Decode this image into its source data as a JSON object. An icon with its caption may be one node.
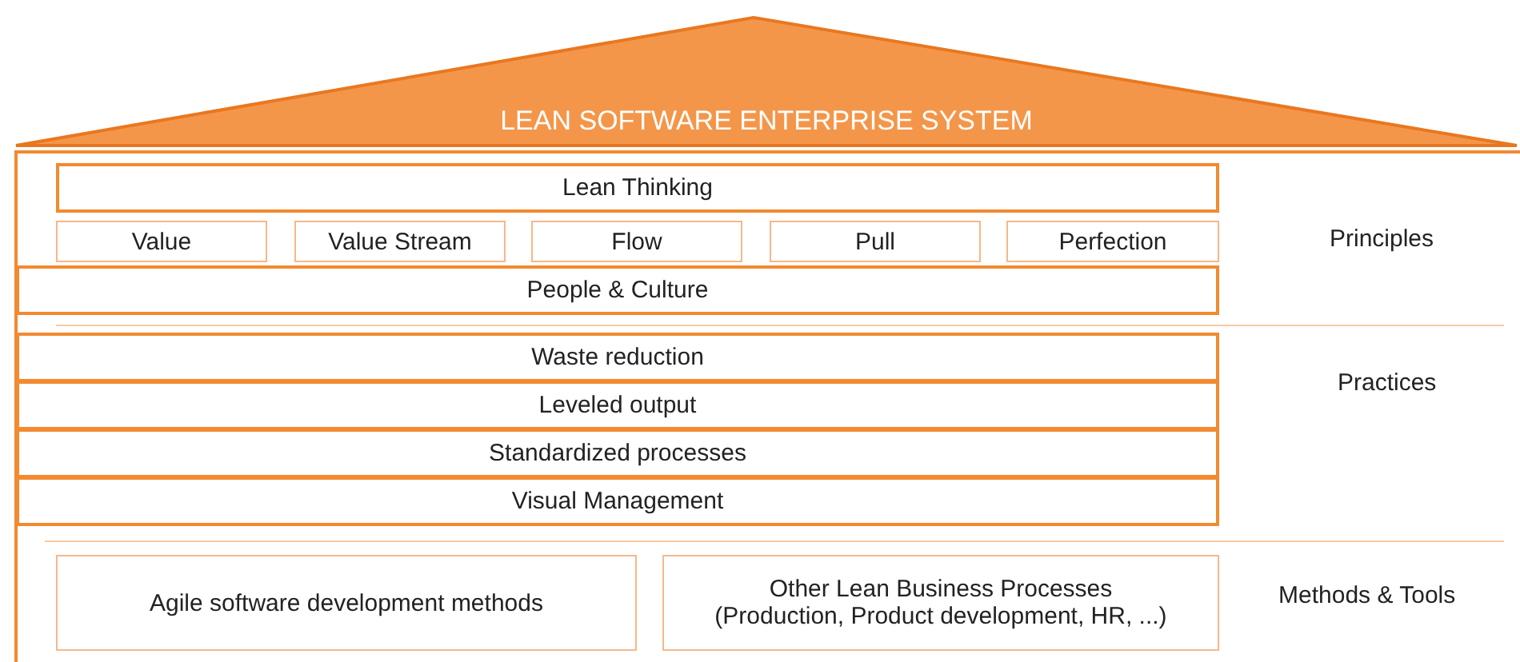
{
  "diagram": {
    "nodes": [
      {
        "text": [
          "LEAN SOFTWARE ENTERPRISE SYSTEM"
        ]
      },
      {
        "text": [],
        "shape": "box"
      },
      {
        "text": [
          "Lean Thinking"
        ],
        "in": 1
      },
      {
        "text": [
          "Value"
        ],
        "in": 1
      },
      {
        "text": [
          "Value Stream"
        ],
        "in": 1
      },
      {
        "text": [
          "Flow"
        ],
        "in": 1
      },
      {
        "text": [
          "Pull"
        ],
        "in": 1
      },
      {
        "text": [
          "Perfection"
        ],
        "in": 1
      },
      {
        "text": [
          "People & Culture"
        ],
        "in": 1
      },
      {
        "text": [
          "Waste reduction"
        ],
        "in": 1
      },
      {
        "text": [
          "Leveled output"
        ],
        "in": 1
      },
      {
        "text": [
          "Standardized processes"
        ],
        "in": 1
      },
      {
        "text": [
          "Visual Management"
        ],
        "in": 1
      },
      {
        "text": [
          "Agile software development methods"
        ],
        "in": 1
      },
      {
        "text": [
          "Other Lean Business Processes (Production, Product development, HR, ...)"
        ],
        "in": 1
      }
    ],
    "edges": [],
    "labels": [
      "Principles",
      "Practices",
      "Methods & Tools"
    ]
  }
}
